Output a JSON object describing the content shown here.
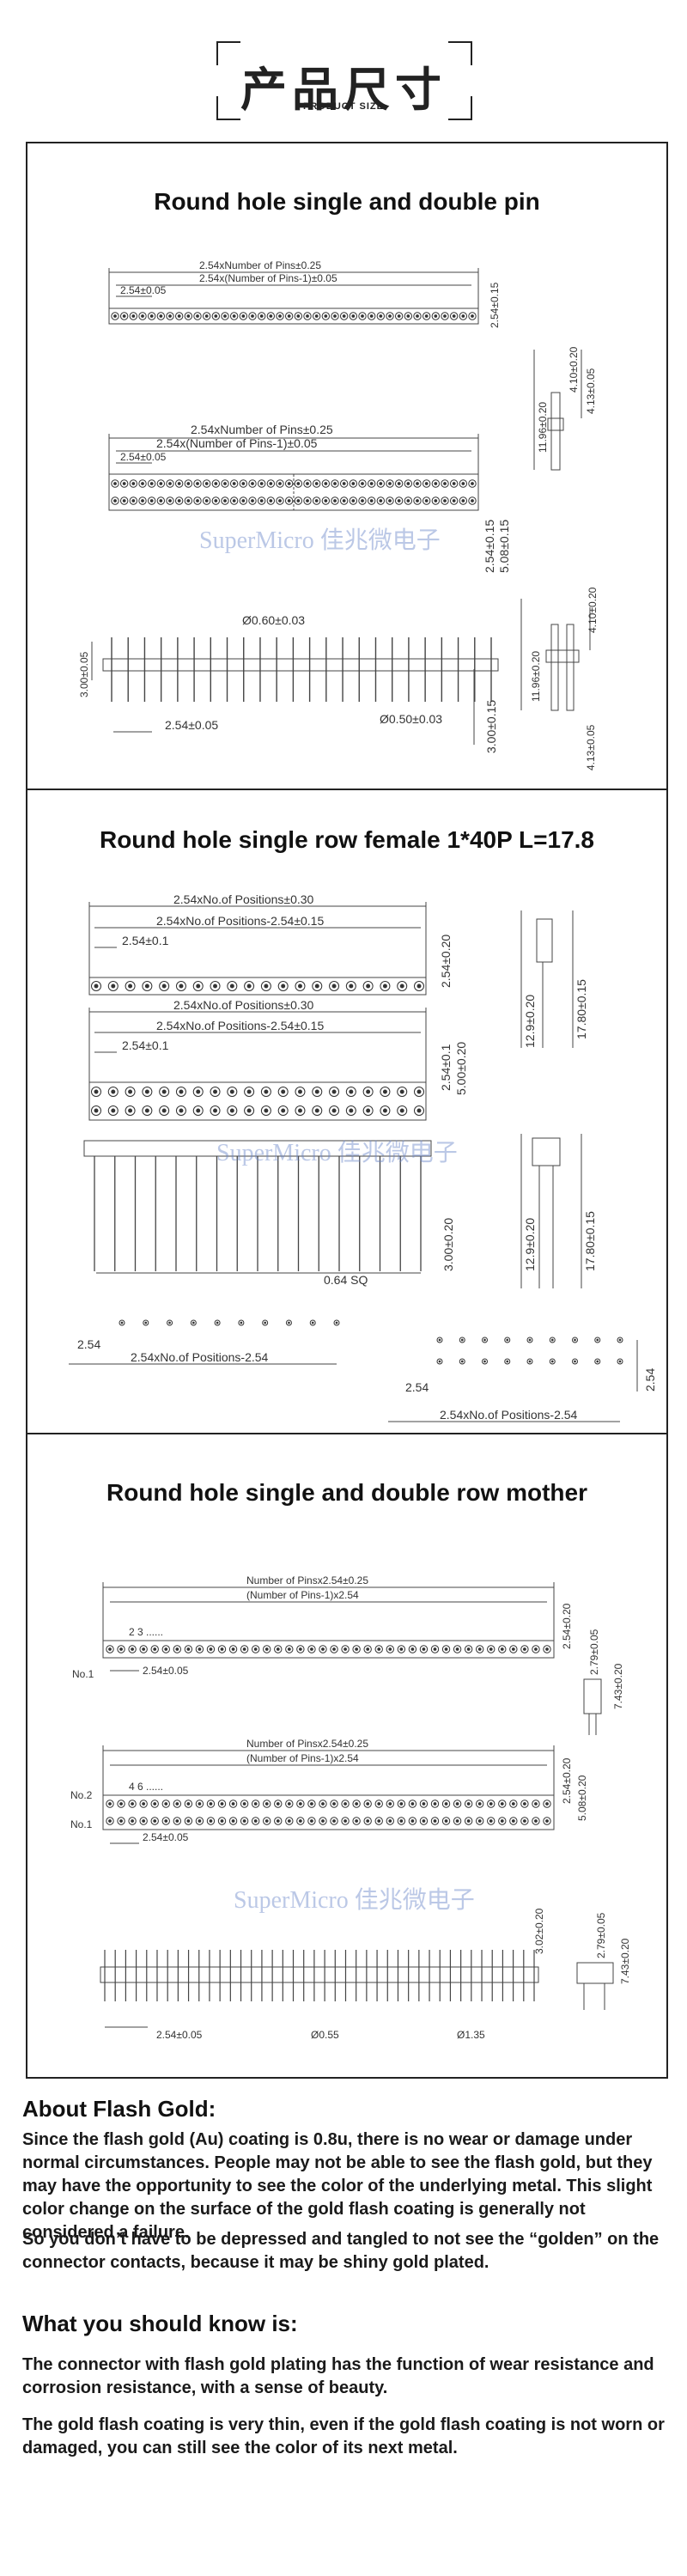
{
  "header": {
    "title": "产品尺寸",
    "subtitle": "PRODUCT SIZE"
  },
  "panels": [
    {
      "title": "Round hole single and double pin",
      "labels": {
        "a1": "2.54xNumber of Pins±0.25",
        "a2": "2.54x(Number of Pins-1)±0.05",
        "a3": "2.54±0.05",
        "a4": "2.54±0.15",
        "a5": "2.54xNumber of Pins±0.25",
        "a6": "2.54x(Number of Pins-1)±0.05",
        "a7": "2.54±0.05",
        "a8": "2.54±0.15",
        "a9": "5.08±0.15",
        "a10": "Ø0.60±0.03",
        "a11": "3.00±0.05",
        "a12": "2.54±0.05",
        "a13": "Ø0.50±0.03",
        "a14": "3.00±0.15",
        "a15": "11.96±0.20",
        "a16": "4.10±0.20",
        "a17": "4.13±0.05",
        "a18": "4.10±0.20",
        "a19": "11.96±0.20",
        "a20": "4.13±0.05"
      },
      "watermark": "SuperMicro 佳兆微电子"
    },
    {
      "title": "Round hole single row female 1*40P L=17.8",
      "labels": {
        "b1": "2.54xNo.of Positions±0.30",
        "b2": "2.54xNo.of Positions-2.54±0.15",
        "b3": "2.54±0.1",
        "b4": "2.54±0.20",
        "b5": "2.54xNo.of Positions±0.30",
        "b6": "2.54xNo.of Positions-2.54±0.15",
        "b7": "2.54±0.1",
        "b8": "2.54±0.1",
        "b9": "5.00±0.20",
        "b10": "3.00±0.20",
        "b11": "0.64 SQ",
        "b12": "2.54",
        "b13": "2.54xNo.of Positions-2.54",
        "b14": "2.54",
        "b15": "2.54xNo.of Positions-2.54",
        "b16": "2.54",
        "b17": "12.9±0.20",
        "b18": "17.80±0.15",
        "b19": "12.9±0.20",
        "b20": "17.80±0.15"
      },
      "watermark": "SuperMicro 佳兆微电子"
    },
    {
      "title": "Round hole single and double row mother",
      "labels": {
        "c1": "Number of Pinsx2.54±0.25",
        "c2": "(Number of Pins-1)x2.54",
        "c3": "2.54±0.20",
        "c4": "2  3 ......",
        "c5": "No.1",
        "c6": "2.54±0.05",
        "c7": "2.79±0.05",
        "c8": "7.43±0.20",
        "c9": "Number of Pinsx2.54±0.25",
        "c10": "(Number of Pins-1)x2.54",
        "c11": "2.54±0.20",
        "c12": "5.08±0.20",
        "c13": "4  6 ......",
        "c14": "No.2",
        "c15": "No.1",
        "c16": "2.54±0.05",
        "c17": "3.02±0.20",
        "c18": "2.79±0.05",
        "c19": "7.43±0.20",
        "c20": "2.54±0.05",
        "c21": "Ø0.55",
        "c22": "Ø1.35"
      },
      "watermark": "SuperMicro 佳兆微电子"
    }
  ],
  "about": {
    "heading": "About Flash Gold:",
    "p1": " Since the flash gold (Au) coating is 0.8u, there is no wear or damage under normal circumstances. People may not be able to see the flash gold, but they may have the opportunity to see the color of the underlying metal. This slight color change on the surface of the gold flash coating is generally not considered a failure.",
    "p2": "So you don’t have to be depressed and tangled to not see the “golden” on the connector contacts, because it may be shiny gold plated."
  },
  "know": {
    "heading": "What you should know is:",
    "p1": "The connector with flash gold plating has the function of wear resistance and corrosion resistance, with a sense of beauty.",
    "p2": "The gold flash coating is very thin, even if the gold flash coating is not worn or damaged, you can still see the color of its next metal."
  }
}
